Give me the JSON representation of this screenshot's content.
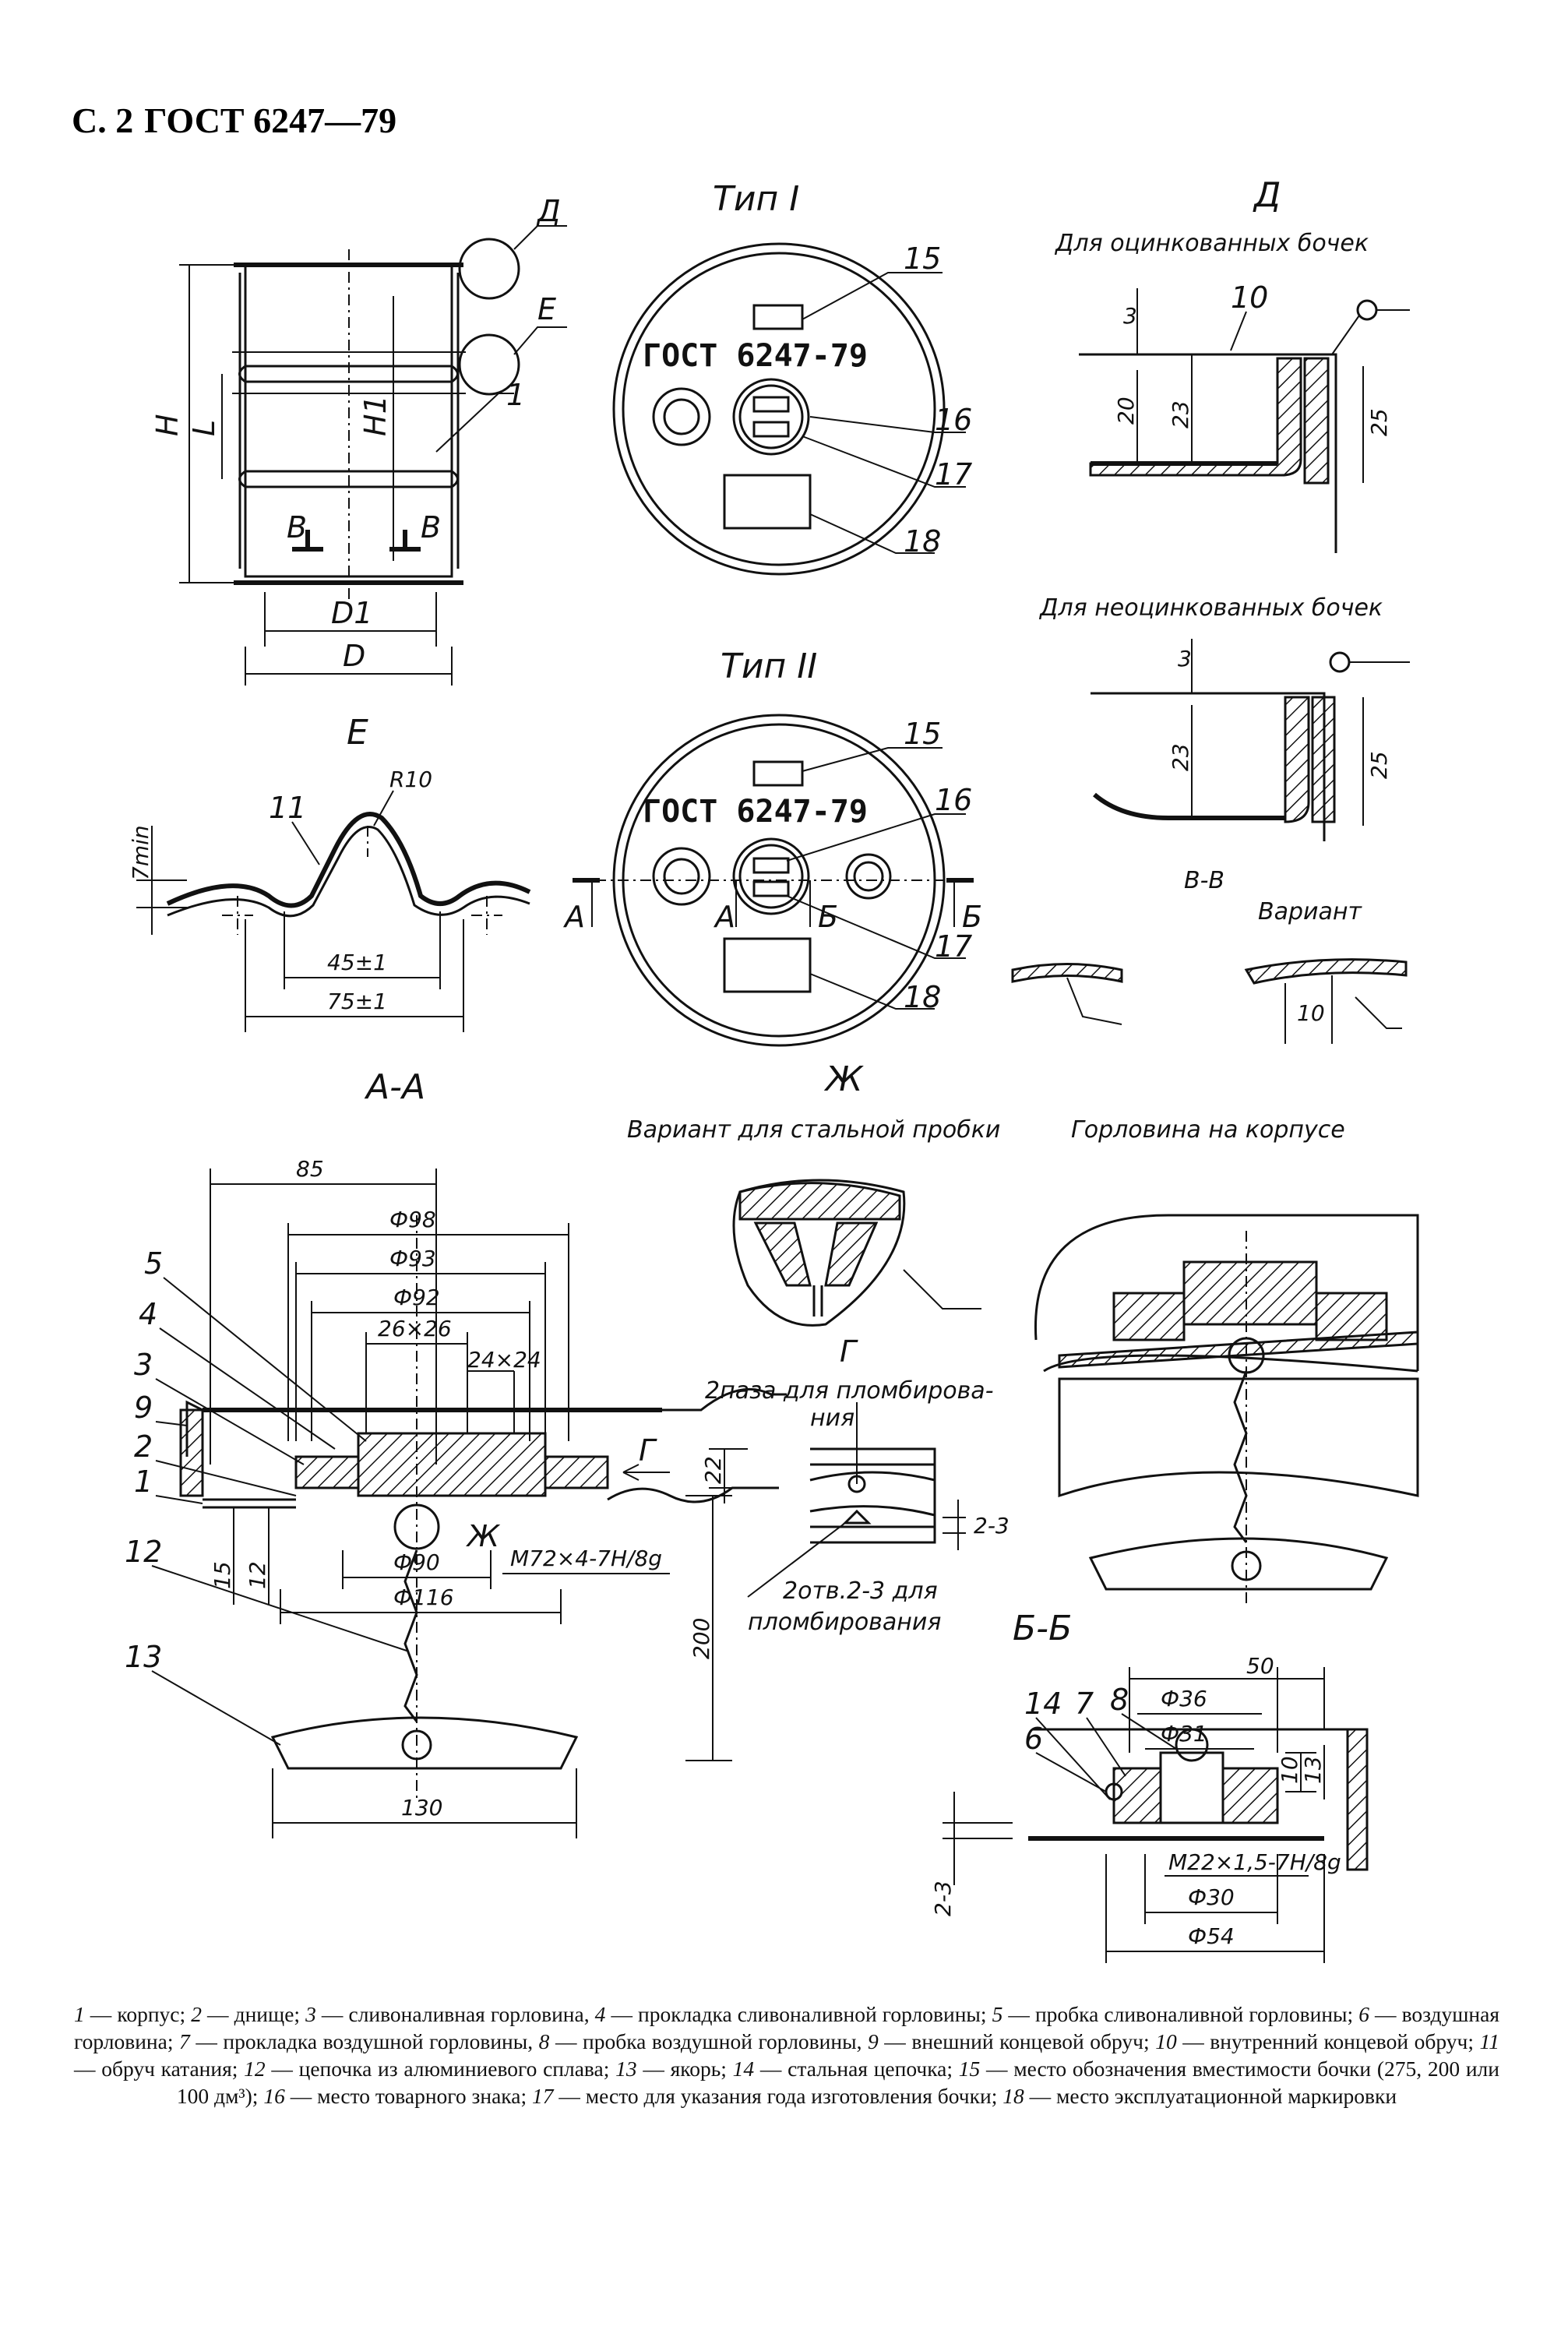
{
  "header": {
    "page": "С. 2",
    "standard": "ГОСТ 6247—79"
  },
  "views": {
    "type1_title": "Тип I",
    "type2_title": "Тип II",
    "d_title": "Д",
    "d_galv": "Для оцинкованных бочек",
    "d_nongalv": "Для неоцинкованных бочек",
    "e_title": "Е",
    "vv_title": "В-В",
    "variant": "Вариант",
    "aa_title": "А-А",
    "zh_title": "Ж",
    "zh_sub": "Вариант для стальной пробки",
    "neck_on_body": "Горловина на корпусе",
    "g_title": "Г",
    "g_note1": "2паза для пломбирова-",
    "g_note2": "ния",
    "g_note3": "2отв.2-3 для",
    "g_note4": "пломбирования",
    "bb_title": "Б-Б",
    "stamp": "ГОСТ 6247-79"
  },
  "callouts": {
    "body": [
      "Д",
      "Е",
      "1",
      "В",
      "В",
      "H",
      "L",
      "H1",
      "D1",
      "D"
    ],
    "type1": [
      "15",
      "16",
      "17",
      "18"
    ],
    "type2": [
      "15",
      "16",
      "17",
      "18",
      "А",
      "А",
      "Б",
      "Б"
    ],
    "e": [
      "R10",
      "11",
      "7min",
      "45±1",
      "75±1"
    ],
    "d": [
      "3",
      "10",
      "20",
      "23",
      "25",
      "3",
      "23",
      "25",
      "10"
    ],
    "aa": [
      "85",
      "Ф98",
      "Ф93",
      "Ф92",
      "26×26",
      "24×24",
      "5",
      "4",
      "3",
      "9",
      "2",
      "1",
      "12",
      "13",
      "22",
      "15",
      "12",
      "Г",
      "Ж",
      "M72×4-7H/8g",
      "Ф90",
      "Ф116",
      "200",
      "130"
    ],
    "g": [
      "2-3"
    ],
    "bb": [
      "50",
      "Ф36",
      "Ф31",
      "14",
      "7",
      "8",
      "6",
      "10",
      "13",
      "2-3",
      "M22×1,5-7H/8g",
      "Ф30",
      "Ф54"
    ]
  },
  "legend": [
    {
      "n": "1",
      "t": " — корпус; "
    },
    {
      "n": "2",
      "t": " — днище; "
    },
    {
      "n": "3",
      "t": " — сливоналивная горловина, "
    },
    {
      "n": "4",
      "t": " — прокладка сливоналивной горловины; "
    },
    {
      "n": "5",
      "t": " — пробка сливоналивной горловины; "
    },
    {
      "n": "6",
      "t": " — воздушная горловина; "
    },
    {
      "n": "7",
      "t": " — прокладка воздушной горловины, "
    },
    {
      "n": "8",
      "t": " — пробка воздушной горловины, "
    },
    {
      "n": "9",
      "t": " — внешний концевой обруч; "
    },
    {
      "n": "10",
      "t": " — внутренний концевой обруч; "
    },
    {
      "n": "11",
      "t": " — обруч катания; "
    },
    {
      "n": "12",
      "t": " — цепочка из алюминиевого сплава; "
    },
    {
      "n": "13",
      "t": " — якорь; "
    },
    {
      "n": "14",
      "t": " — стальная цепочка; "
    },
    {
      "n": "15",
      "t": " — место обозначения вместимости бочки (275, 200 или 100 дм³); "
    },
    {
      "n": "16",
      "t": " — место товарного знака; "
    },
    {
      "n": "17",
      "t": " — место для указания года изготовления бочки; "
    },
    {
      "n": "18",
      "t": " — место эксплуатационной маркировки"
    }
  ]
}
